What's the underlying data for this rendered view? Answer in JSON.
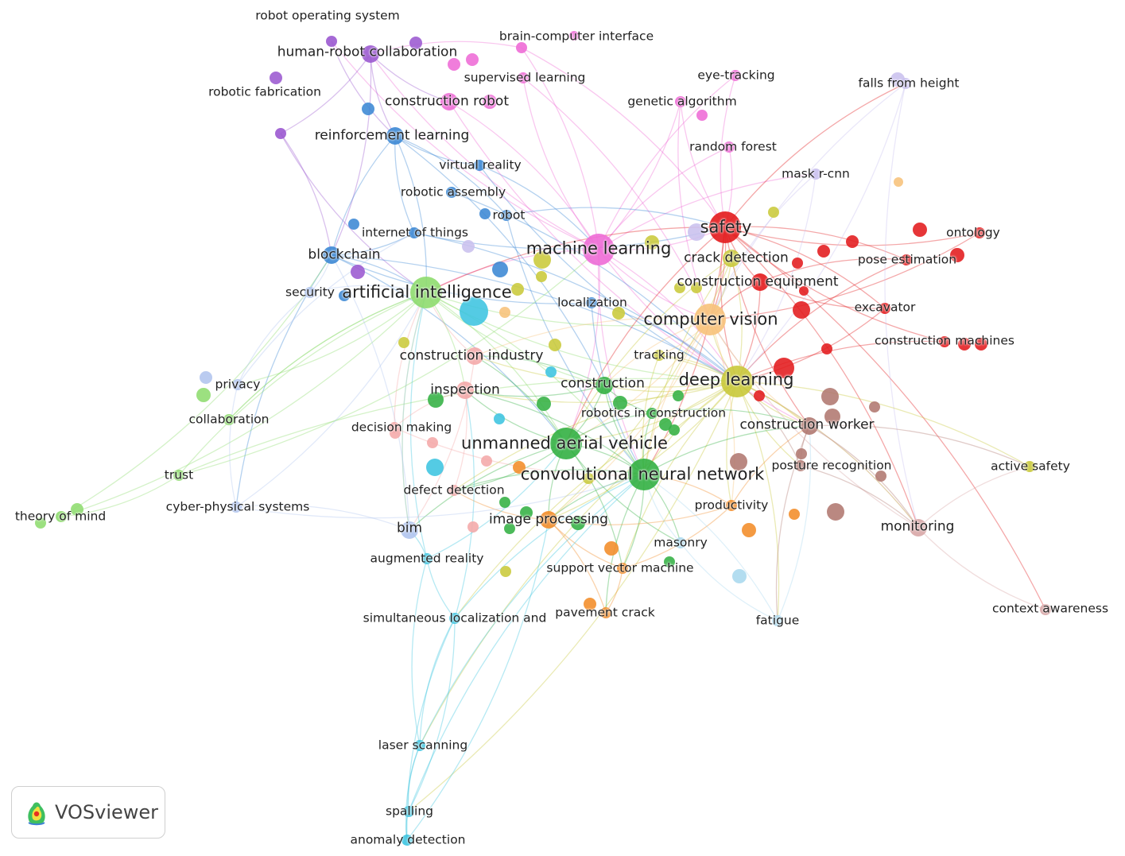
{
  "brand": {
    "name": "VOSviewer",
    "logo_icon": "vosviewer-logo-icon"
  },
  "colors": {
    "red": "#e31a1c",
    "pink": "#ee6bd6",
    "purple": "#9b59d0",
    "blue": "#3b87d4",
    "cyan": "#3cc4e0",
    "green": "#33b043",
    "yellow": "#c9c93a",
    "orange": "#f28c28",
    "brown": "#b07870",
    "lightgreen": "#8edc6e",
    "lavender": "#c9c0ee",
    "peach": "#f7c27a",
    "lightpink": "#f4a8a8",
    "lightblue": "#a8d8ee",
    "rose": "#d8a6a6",
    "periwinkle": "#b0c4ee"
  },
  "nodes": [
    {
      "id": "n_ros",
      "label": "robot operating system",
      "size": "small",
      "cluster": "purple"
    },
    {
      "id": "n_hrc",
      "label": "human-robot collaboration",
      "size": "medium",
      "cluster": "purple"
    },
    {
      "id": "n_bci",
      "label": "brain-computer interface",
      "size": "small",
      "cluster": "pink"
    },
    {
      "id": "n_sup",
      "label": "supervised learning",
      "size": "small",
      "cluster": "pink"
    },
    {
      "id": "n_rfab",
      "label": "robotic fabrication",
      "size": "small",
      "cluster": "purple"
    },
    {
      "id": "n_crob",
      "label": "construction robot",
      "size": "medium",
      "cluster": "pink"
    },
    {
      "id": "n_eye",
      "label": "eye-tracking",
      "size": "small",
      "cluster": "pink"
    },
    {
      "id": "n_falls",
      "label": "falls from height",
      "size": "small",
      "cluster": "lavender"
    },
    {
      "id": "n_gen",
      "label": "genetic algorithm",
      "size": "small",
      "cluster": "pink"
    },
    {
      "id": "n_rl",
      "label": "reinforcement learning",
      "size": "medium",
      "cluster": "blue"
    },
    {
      "id": "n_rf",
      "label": "random forest",
      "size": "small",
      "cluster": "pink"
    },
    {
      "id": "n_vr",
      "label": "virtual reality",
      "size": "small",
      "cluster": "blue"
    },
    {
      "id": "n_mask",
      "label": "mask r-cnn",
      "size": "small",
      "cluster": "lavender"
    },
    {
      "id": "n_rasm",
      "label": "robotic assembly",
      "size": "small",
      "cluster": "blue"
    },
    {
      "id": "n_robot",
      "label": "robot",
      "size": "small",
      "cluster": "blue"
    },
    {
      "id": "n_safety",
      "label": "safety",
      "size": "large",
      "cluster": "red"
    },
    {
      "id": "n_iot",
      "label": "internet of things",
      "size": "small",
      "cluster": "blue"
    },
    {
      "id": "n_onto",
      "label": "ontology",
      "size": "small",
      "cluster": "red"
    },
    {
      "id": "n_ml",
      "label": "machine learning",
      "size": "large",
      "cluster": "pink"
    },
    {
      "id": "n_block",
      "label": "blockchain",
      "size": "medium",
      "cluster": "blue"
    },
    {
      "id": "n_crack",
      "label": "crack detection",
      "size": "medium",
      "cluster": "yellow"
    },
    {
      "id": "n_pose",
      "label": "pose estimation",
      "size": "small",
      "cluster": "red"
    },
    {
      "id": "n_ceq",
      "label": "construction equipment",
      "size": "medium",
      "cluster": "red"
    },
    {
      "id": "n_sec",
      "label": "security",
      "size": "small",
      "cluster": "periwinkle"
    },
    {
      "id": "n_ai",
      "label": "artificial intelligence",
      "size": "large",
      "cluster": "lightgreen"
    },
    {
      "id": "n_loc",
      "label": "localization",
      "size": "small",
      "cluster": "blue"
    },
    {
      "id": "n_exc",
      "label": "excavator",
      "size": "small",
      "cluster": "red"
    },
    {
      "id": "n_cv",
      "label": "computer vision",
      "size": "large",
      "cluster": "peach"
    },
    {
      "id": "n_cmach",
      "label": "construction machines",
      "size": "small",
      "cluster": "red"
    },
    {
      "id": "n_cind",
      "label": "construction industry",
      "size": "medium",
      "cluster": "lightpink"
    },
    {
      "id": "n_track",
      "label": "tracking",
      "size": "small",
      "cluster": "yellow"
    },
    {
      "id": "n_dl",
      "label": "deep learning",
      "size": "large",
      "cluster": "yellow"
    },
    {
      "id": "n_priv",
      "label": "privacy",
      "size": "small",
      "cluster": "periwinkle"
    },
    {
      "id": "n_insp",
      "label": "inspection",
      "size": "medium",
      "cluster": "lightpink"
    },
    {
      "id": "n_cons",
      "label": "construction",
      "size": "medium",
      "cluster": "green"
    },
    {
      "id": "n_collab",
      "label": "collaboration",
      "size": "small",
      "cluster": "lightgreen"
    },
    {
      "id": "n_ric",
      "label": "robotics in construction",
      "size": "small",
      "cluster": "green"
    },
    {
      "id": "n_dm",
      "label": "decision making",
      "size": "small",
      "cluster": "lightpink"
    },
    {
      "id": "n_cw",
      "label": "construction worker",
      "size": "medium",
      "cluster": "brown"
    },
    {
      "id": "n_uav",
      "label": "unmanned aerial vehicle",
      "size": "large",
      "cluster": "green"
    },
    {
      "id": "n_pr",
      "label": "posture recognition",
      "size": "small",
      "cluster": "brown"
    },
    {
      "id": "n_as",
      "label": "active safety",
      "size": "small",
      "cluster": "yellow"
    },
    {
      "id": "n_trust",
      "label": "trust",
      "size": "small",
      "cluster": "lightgreen"
    },
    {
      "id": "n_cnn",
      "label": "convolutional neural network",
      "size": "large",
      "cluster": "green"
    },
    {
      "id": "n_dd",
      "label": "defect detection",
      "size": "small",
      "cluster": "lightpink"
    },
    {
      "id": "n_cps",
      "label": "cyber-physical systems",
      "size": "small",
      "cluster": "periwinkle"
    },
    {
      "id": "n_prod",
      "label": "productivity",
      "size": "small",
      "cluster": "orange"
    },
    {
      "id": "n_tom",
      "label": "theory of mind",
      "size": "small",
      "cluster": "lightgreen"
    },
    {
      "id": "n_ip",
      "label": "image processing",
      "size": "medium",
      "cluster": "orange"
    },
    {
      "id": "n_bim",
      "label": "bim",
      "size": "medium",
      "cluster": "periwinkle"
    },
    {
      "id": "n_mon",
      "label": "monitoring",
      "size": "medium",
      "cluster": "rose"
    },
    {
      "id": "n_mas",
      "label": "masonry",
      "size": "small",
      "cluster": "lightblue"
    },
    {
      "id": "n_ar",
      "label": "augmented reality",
      "size": "small",
      "cluster": "cyan"
    },
    {
      "id": "n_svm",
      "label": "support vector machine",
      "size": "small",
      "cluster": "orange"
    },
    {
      "id": "n_slam",
      "label": "simultaneous localization and",
      "size": "small",
      "cluster": "cyan"
    },
    {
      "id": "n_pave",
      "label": "pavement crack",
      "size": "small",
      "cluster": "orange"
    },
    {
      "id": "n_fat",
      "label": "fatigue",
      "size": "small",
      "cluster": "lightblue"
    },
    {
      "id": "n_ctx",
      "label": "context awareness",
      "size": "small",
      "cluster": "rose"
    },
    {
      "id": "n_laser",
      "label": "laser scanning",
      "size": "small",
      "cluster": "cyan"
    },
    {
      "id": "n_spall",
      "label": "spalling",
      "size": "small",
      "cluster": "cyan"
    },
    {
      "id": "n_anom",
      "label": "anomaly detection",
      "size": "small",
      "cluster": "cyan"
    }
  ]
}
